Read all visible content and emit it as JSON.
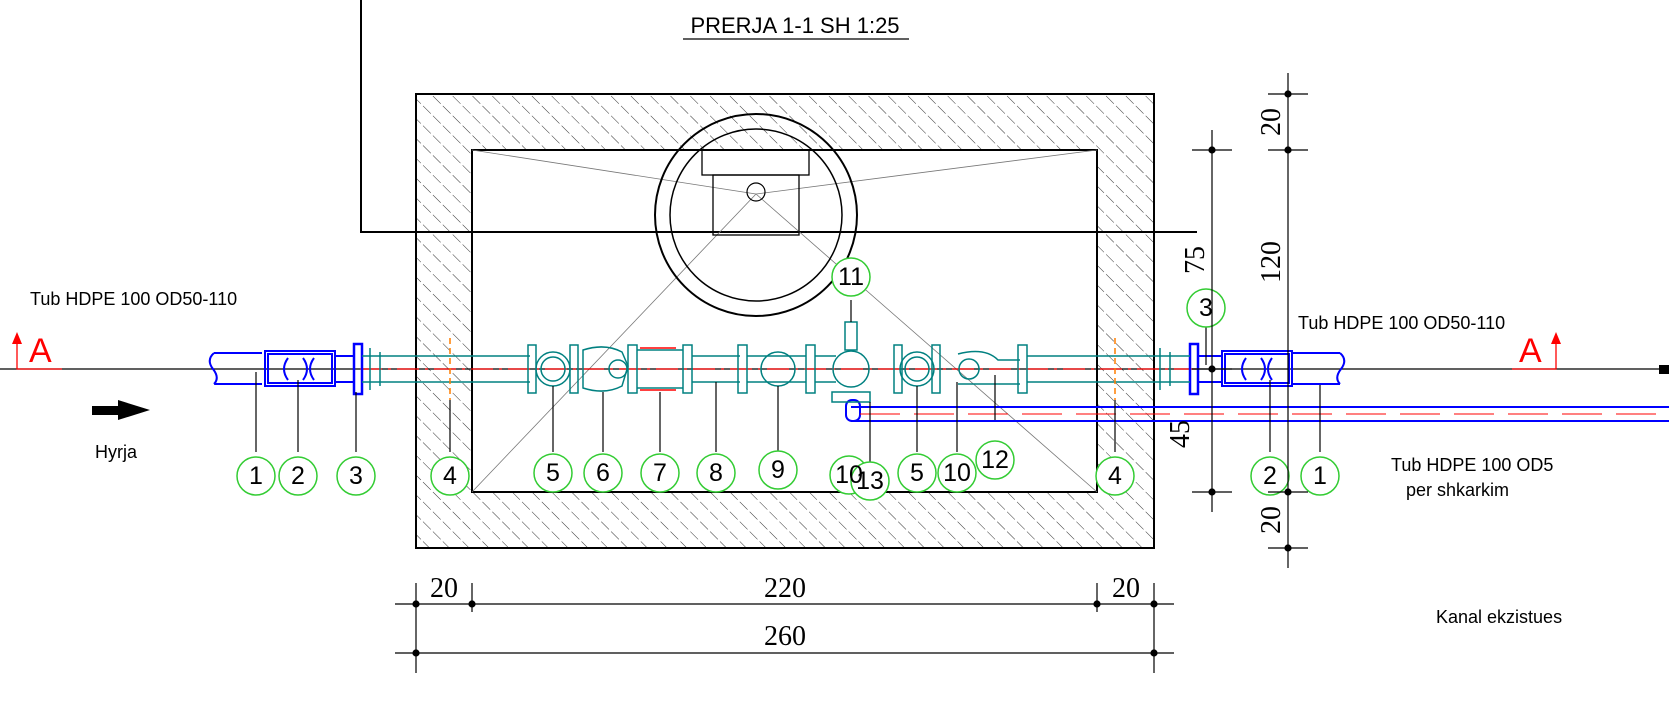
{
  "title": "PRERJA 1-1 SH 1:25",
  "labels": {
    "pipe_in": "Tub HDPE 100 OD50-110",
    "pipe_out": "Tub HDPE 100 OD50-110",
    "pipe_drain_line1": "Tub HDPE 100 OD5",
    "pipe_drain_line2": "per shkarkim",
    "inlet": "Hyrja",
    "channel": "Kanal ekzistues",
    "section_left": "A",
    "section_right": "A"
  },
  "dimensions": {
    "bottom_left": "20",
    "bottom_mid": "220",
    "bottom_right": "20",
    "bottom_total": "260",
    "right_top": "20",
    "right_total": "120",
    "right_bottom": "20",
    "inner_top": "75",
    "inner_bottom": "45"
  },
  "callouts": [
    "1",
    "2",
    "3",
    "4",
    "5",
    "6",
    "7",
    "8",
    "9",
    "10",
    "5",
    "10",
    "12",
    "4",
    "2",
    "1",
    "3",
    "11",
    "13"
  ],
  "colors": {
    "line": "#000000",
    "pipe_blue": "#0000ff",
    "fitting_cyan": "#008080",
    "axis_red": "#ff0000",
    "callout_green": "#33cc33"
  }
}
